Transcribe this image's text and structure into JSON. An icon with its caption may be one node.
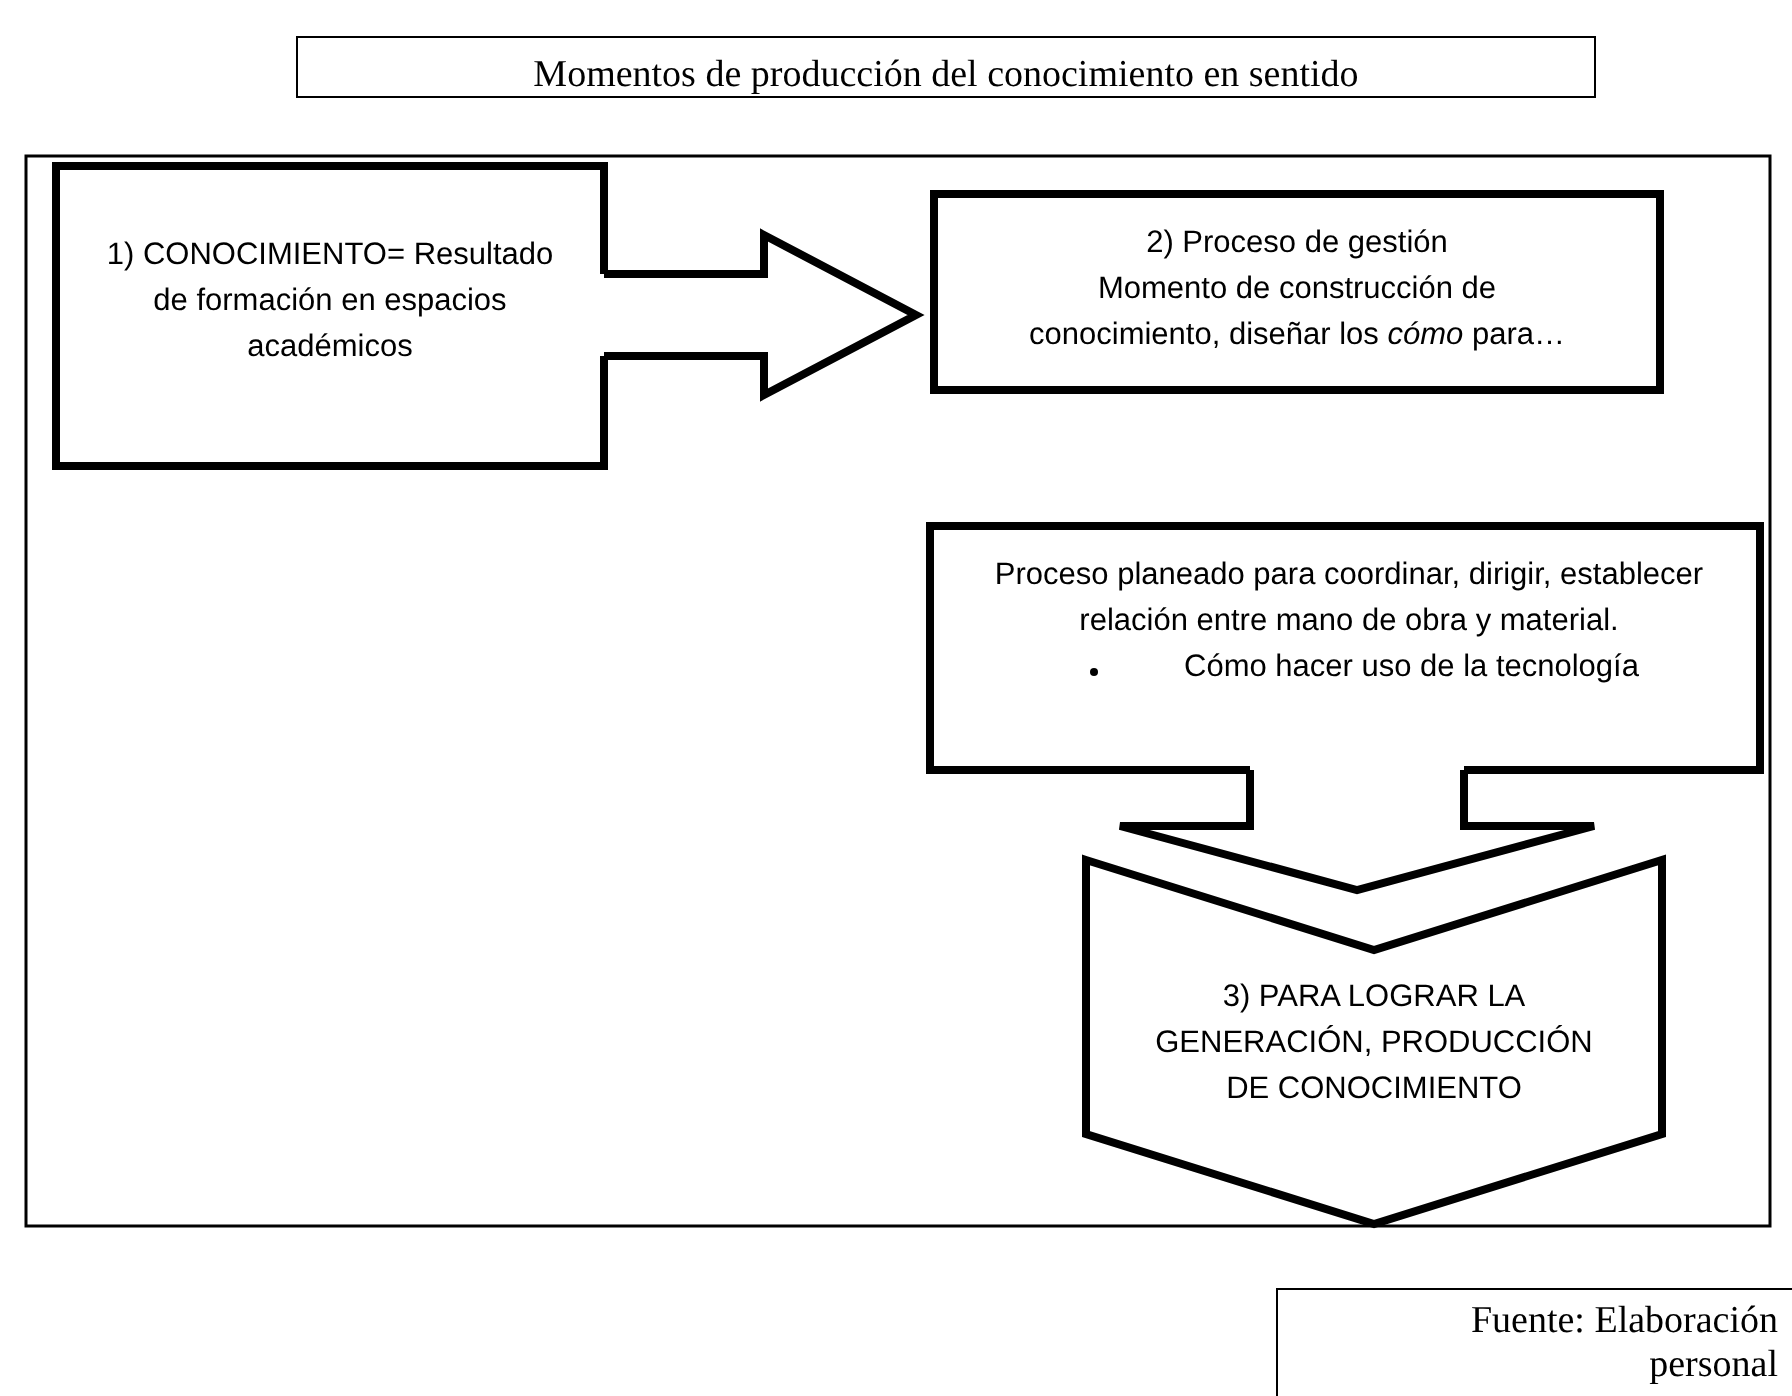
{
  "diagram": {
    "title": "Momentos de producción del conocimiento en sentido",
    "caption": "Fuente: Elaboración personal",
    "nodes": [
      {
        "text": [],
        "shape": "box"
      },
      {
        "text": [
          "1) CONOCIMIENTO= Resultado de formación en espacios académicos"
        ],
        "in": 0
      },
      {
        "text": [
          "2) Proceso de gestión",
          "Momento de construcción de conocimiento, diseñar los *cómo* para…"
        ],
        "in": 0
      },
      {
        "text": [
          "Proceso planeado para coordinar, dirigir, establecer relación entre mano de obra y material.",
          "Cómo hacer uso de la tecnología"
        ],
        "in": 0
      },
      {
        "text": [
          "3) PARA LOGRAR LA GENERACIÓN, PRODUCCIÓN DE CONOCIMIENTO"
        ],
        "in": 0
      }
    ],
    "edges": [
      {
        "from": 1,
        "to": 2,
        "arrow": "to"
      },
      {
        "from": 3,
        "to": 4,
        "arrow": "to"
      }
    ]
  }
}
